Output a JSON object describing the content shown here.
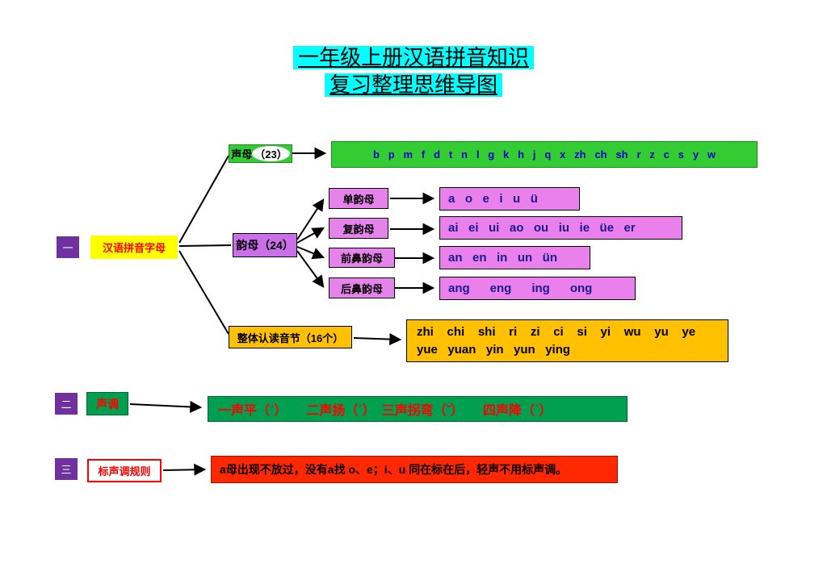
{
  "title": {
    "line1": "一年级上册汉语拼音知识",
    "line2": "复习整理思维导图"
  },
  "section1": {
    "index": "一",
    "root_label": "汉语拼音字母",
    "shengmu": {
      "label_text": "声母",
      "label_count": "（23）",
      "letters": "b   p   m   f   d   t   n   l   g   k   h   j   q   x   zh   ch   sh   r   z   c   s   y   w"
    },
    "yunmu": {
      "label": "韵母（24）",
      "rows": [
        {
          "label": "单韵母",
          "letters": "a   o   e   i   u   ü"
        },
        {
          "label": "复韵母",
          "letters": "ai   ei   ui   ao   ou   iu   ie   üe   er"
        },
        {
          "label": "前鼻韵母",
          "letters": "an   en   in   un   ün"
        },
        {
          "label": "后鼻韵母",
          "letters": "ang      eng      ing      ong"
        }
      ]
    },
    "zhengti": {
      "label": "整体认读音节（16个）",
      "line1": "zhi    chi    shi    ri    zi    ci    si    yi    wu    yu    ye",
      "line2": "yue   yuan   yin   yun   ying"
    }
  },
  "section2": {
    "index": "二",
    "label": "声调",
    "content": "一声平（ˉ）　　二声扬（ˊ）　三声拐弯（ˇ）　　四声降（ˋ）"
  },
  "section3": {
    "index": "三",
    "label": "标声调规则",
    "content": "a母出现不放过，没有a找 o、e；i、u 同在标在后，轻声不用标声调。"
  },
  "colors": {
    "title_highlight": "#00ffff",
    "index_purple": "#7030a0",
    "root_yellow": "#ffff00",
    "green_bright": "#33cc33",
    "violet": "#ea80ec",
    "orange": "#ffc000",
    "green_dark": "#00a050",
    "red": "#ff2800"
  }
}
